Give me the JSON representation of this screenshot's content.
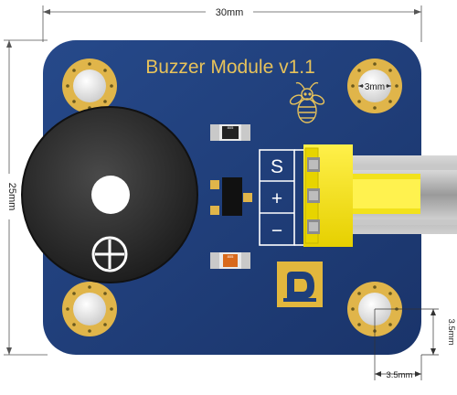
{
  "module": {
    "title": "Buzzer Module v1.1",
    "board_color": "#1f3f7a",
    "silk_color": "#e7c25a"
  },
  "dimensions": {
    "width": "30mm",
    "height": "25mm",
    "hole_diameter": "3mm",
    "hole_offset_y": "3.5mm",
    "hole_offset_x": "3.5mm"
  },
  "header_pins": {
    "signal": "S",
    "plus": "+",
    "minus": "−"
  },
  "components": {
    "resistor_top_code": "805",
    "resistor_bottom_code": "805"
  },
  "icons": [
    "bee-logo-icon",
    "buzzer-plus-icon",
    "brand-logo-icon"
  ]
}
